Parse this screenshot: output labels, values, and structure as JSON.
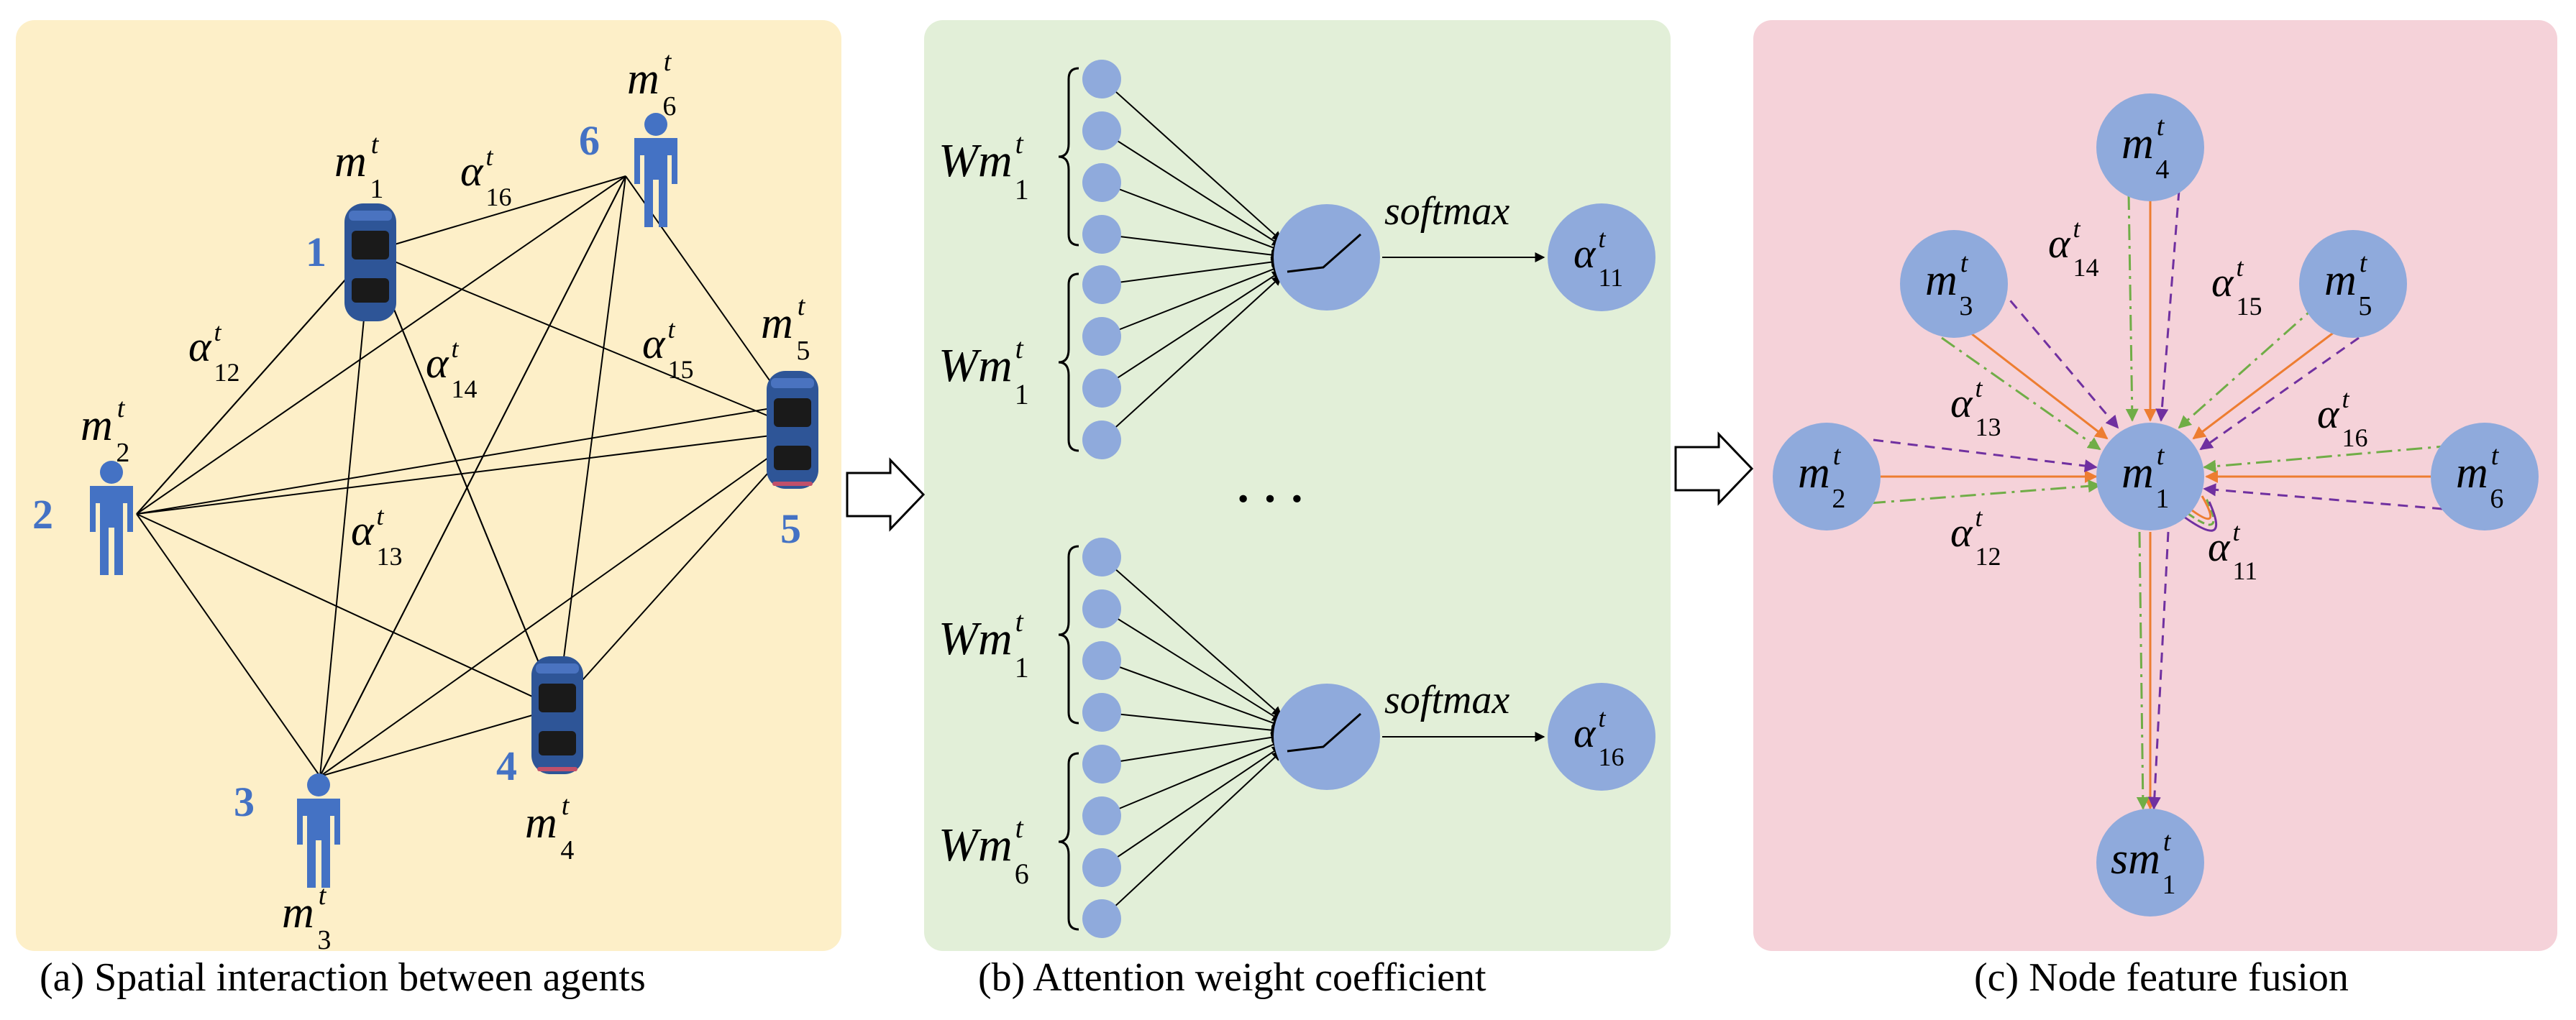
{
  "colors": {
    "panel_a": "#fdefc8",
    "panel_b": "#e2efd8",
    "panel_c": "#f5d2d9",
    "node": "#8faadc",
    "agent": "#4472c4",
    "edge_orange": "#ed7d31",
    "edge_green": "#70ad47",
    "edge_purple": "#7030a0"
  },
  "panel_a": {
    "caption": "(a) Spatial interaction between agents",
    "agents": [
      {
        "num": "1",
        "kind": "car",
        "m": "m",
        "sup": "t",
        "sub": "1"
      },
      {
        "num": "2",
        "kind": "person",
        "m": "m",
        "sup": "t",
        "sub": "2"
      },
      {
        "num": "3",
        "kind": "person",
        "m": "m",
        "sup": "t",
        "sub": "3"
      },
      {
        "num": "4",
        "kind": "car",
        "m": "m",
        "sup": "t",
        "sub": "4"
      },
      {
        "num": "5",
        "kind": "car",
        "m": "m",
        "sup": "t",
        "sub": "5"
      },
      {
        "num": "6",
        "kind": "person",
        "m": "m",
        "sup": "t",
        "sub": "6"
      }
    ],
    "alphas": [
      {
        "base": "α",
        "sup": "t",
        "sub": "16"
      },
      {
        "base": "α",
        "sup": "t",
        "sub": "12"
      },
      {
        "base": "α",
        "sup": "t",
        "sub": "14"
      },
      {
        "base": "α",
        "sup": "t",
        "sub": "15"
      },
      {
        "base": "α",
        "sup": "t",
        "sub": "13"
      }
    ]
  },
  "panel_b": {
    "caption": "(b) Attention weight coefficient",
    "groups": [
      {
        "base": "Wm",
        "sup": "t",
        "sub": "1"
      },
      {
        "base": "Wm",
        "sup": "t",
        "sub": "1"
      },
      {
        "base": "Wm",
        "sup": "t",
        "sub": "1"
      },
      {
        "base": "Wm",
        "sup": "t",
        "sub": "6"
      }
    ],
    "softmax": [
      "softmax",
      "softmax"
    ],
    "outputs": [
      {
        "base": "α",
        "sup": "t",
        "sub": "11"
      },
      {
        "base": "α",
        "sup": "t",
        "sub": "16"
      }
    ],
    "ellipsis": "· · ·"
  },
  "panel_c": {
    "caption": "(c) Node feature fusion",
    "nodes": [
      {
        "base": "m",
        "sup": "t",
        "sub": "4"
      },
      {
        "base": "m",
        "sup": "t",
        "sub": "3"
      },
      {
        "base": "m",
        "sup": "t",
        "sub": "5"
      },
      {
        "base": "m",
        "sup": "t",
        "sub": "2"
      },
      {
        "base": "m",
        "sup": "t",
        "sub": "1"
      },
      {
        "base": "m",
        "sup": "t",
        "sub": "6"
      },
      {
        "base": "sm",
        "sup": "t",
        "sub": "1"
      }
    ],
    "alphas": [
      {
        "base": "α",
        "sup": "t",
        "sub": "14"
      },
      {
        "base": "α",
        "sup": "t",
        "sub": "15"
      },
      {
        "base": "α",
        "sup": "t",
        "sub": "13"
      },
      {
        "base": "α",
        "sup": "t",
        "sub": "16"
      },
      {
        "base": "α",
        "sup": "t",
        "sub": "12"
      },
      {
        "base": "α",
        "sup": "t",
        "sub": "11"
      }
    ]
  }
}
